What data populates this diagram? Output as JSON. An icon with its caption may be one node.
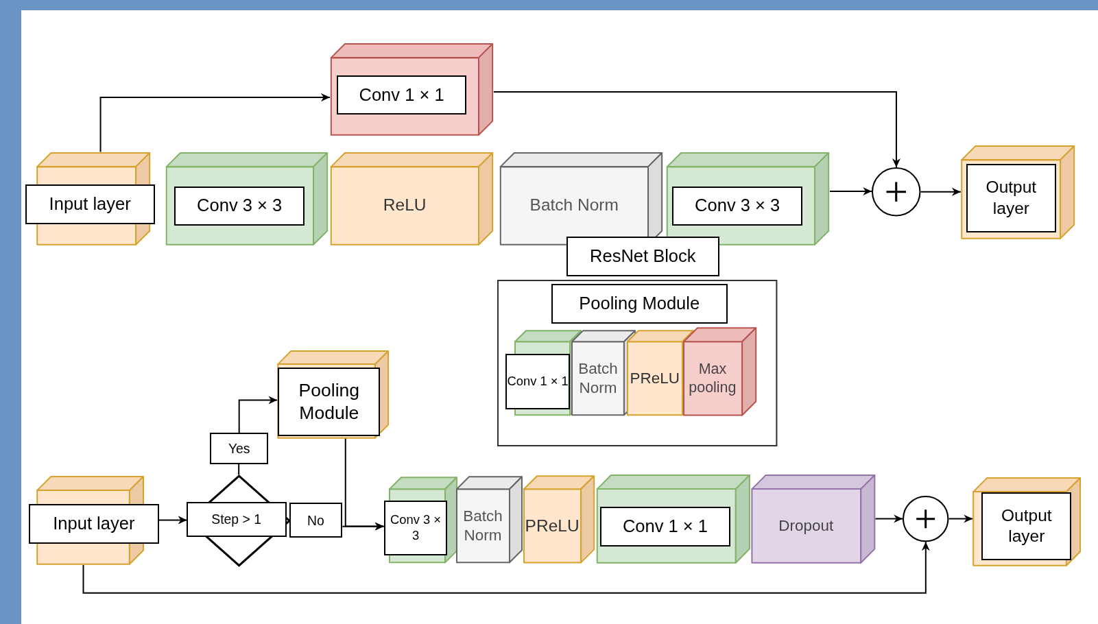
{
  "diagram": {
    "nodes": [
      {
        "text": [
          "Input layer"
        ]
      },
      {
        "text": [
          "Conv 1 × 1"
        ]
      },
      {
        "text": [
          "Conv 3 × 3"
        ]
      },
      {
        "text": [
          "ReLU"
        ]
      },
      {
        "text": [
          "Batch Norm"
        ]
      },
      {
        "text": [
          "Conv 3 × 3"
        ]
      },
      {
        "text": [],
        "shape": "circle"
      },
      {
        "text": [
          "Output layer"
        ]
      },
      {
        "text": [
          "ResNet Block"
        ]
      },
      {
        "text": [],
        "shape": "box"
      },
      {
        "text": [
          "Pooling Module"
        ],
        "in": 9
      },
      {
        "text": [
          "Conv 1 × 1"
        ],
        "in": 9
      },
      {
        "text": [
          "Batch Norm"
        ],
        "in": 9
      },
      {
        "text": [
          "PReLU"
        ],
        "in": 9
      },
      {
        "text": [
          "Max pooling"
        ],
        "in": 9
      },
      {
        "text": [
          "Pooling Module"
        ]
      },
      {
        "text": [
          "Input layer"
        ]
      },
      {
        "text": [
          "Step > 1"
        ]
      },
      {
        "text": [
          "Yes"
        ]
      },
      {
        "text": [
          "No"
        ]
      },
      {
        "text": [
          "Conv 3 × 3"
        ]
      },
      {
        "text": [
          "Batch Norm"
        ]
      },
      {
        "text": [
          "PReLU"
        ]
      },
      {
        "text": [
          "Conv 1 × 1"
        ]
      },
      {
        "text": [
          "Dropout"
        ]
      },
      {
        "text": [],
        "shape": "circle"
      },
      {
        "text": [
          "Output layer"
        ]
      }
    ],
    "edges": [
      {
        "from": 0,
        "to": 1,
        "arrow": "to"
      },
      {
        "from": 1,
        "to": 6,
        "arrow": "to"
      },
      {
        "from": 5,
        "to": 6,
        "arrow": "to"
      },
      {
        "from": 6,
        "to": 7,
        "arrow": "to"
      },
      {
        "from": 16,
        "to": 17,
        "arrow": "to"
      },
      {
        "from": 17,
        "to": 18,
        "arrow": "none"
      },
      {
        "from": 18,
        "to": 15,
        "arrow": "to"
      },
      {
        "from": 19,
        "to": 20,
        "arrow": "to"
      },
      {
        "from": 15,
        "to": 20,
        "arrow": "to"
      },
      {
        "from": 24,
        "to": 25,
        "arrow": "to"
      },
      {
        "from": 25,
        "to": 26,
        "arrow": "to"
      },
      {
        "from": 16,
        "to": 25,
        "arrow": "to"
      }
    ]
  }
}
